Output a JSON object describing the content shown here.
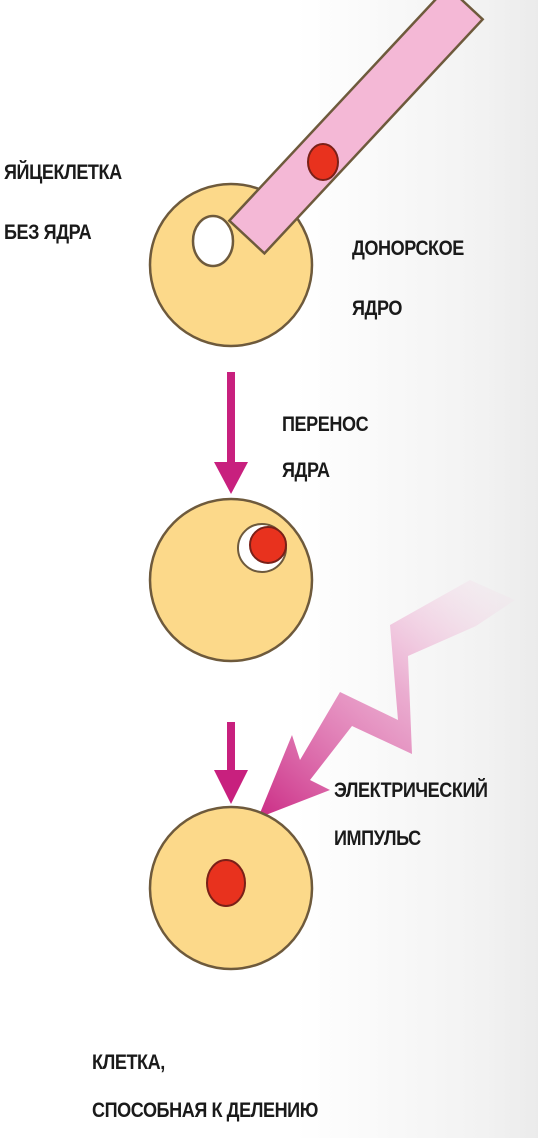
{
  "labels": {
    "egg_line1": "ЯЙЦЕКЛЕТКА",
    "egg_line2": "БЕЗ ЯДРА",
    "donor_line1": "ДОНОРСКОЕ",
    "donor_line2": "ЯДРО",
    "transfer_line1": "ПЕРЕНОС",
    "transfer_line2": "ЯДРА",
    "impulse_line1": "ЭЛЕКТРИЧЕСКИЙ",
    "impulse_line2": "ИМПУЛЬС",
    "result_line1": "КЛЕТКА,",
    "result_line2": "СПОСОБНАЯ К ДЕЛЕНИЮ"
  },
  "colors": {
    "cell_fill": "#fcd98a",
    "cell_stroke": "#6e5a3c",
    "nucleus_red": "#e8321e",
    "pipette_fill": "#f4b8d6",
    "arrow_magenta": "#c8207e",
    "label_text": "#1a1a1a"
  }
}
